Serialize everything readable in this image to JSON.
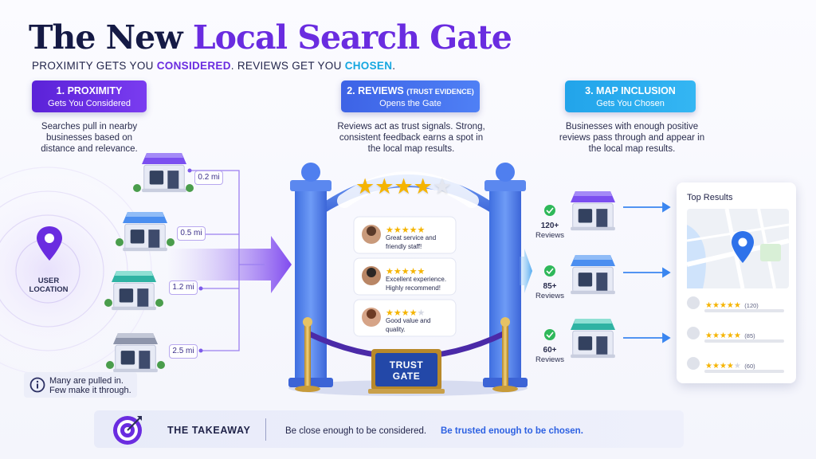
{
  "title": {
    "part1": "The New ",
    "part2": "Local Search Gate"
  },
  "subtitle": {
    "part1": "PROXIMITY GETS YOU ",
    "part2": "CONSIDERED",
    "part3": ". REVIEWS GET YOU ",
    "part4": "CHOSEN",
    "part5": "."
  },
  "steps": [
    {
      "title": "1. PROXIMITY",
      "sub": "Gets You Considered",
      "desc": "Searches pull in nearby businesses based on distance and relevance."
    },
    {
      "title": "2. REVIEWS",
      "title_small": "(TRUST EVIDENCE)",
      "sub": "Opens the Gate",
      "desc": "Reviews act as trust signals. Strong, consistent feedback earns a spot in the local map results."
    },
    {
      "title": "3. MAP INCLUSION",
      "sub": "Gets You Chosen",
      "desc": "Businesses with enough positive reviews pass through and appear in the local map results."
    }
  ],
  "user_location": {
    "line1": "USER",
    "line2": "LOCATION"
  },
  "distances": [
    "0.2 mi",
    "0.5 mi",
    "1.2 mi",
    "2.5 mi"
  ],
  "info_note": {
    "line1": "Many are pulled in.",
    "line2": "Few make it through."
  },
  "gate": {
    "label_line1": "TRUST",
    "label_line2": "GATE",
    "arch_star_fill": 4
  },
  "review_cards": [
    {
      "text_line1": "Great service and",
      "text_line2": "friendly staff!",
      "stars": 5
    },
    {
      "text_line1": "Excellent experience.",
      "text_line2": "Highly recommend!",
      "stars": 5
    },
    {
      "text_line1": "Good value and",
      "text_line2": "quality.",
      "stars": 4
    }
  ],
  "passed": [
    {
      "count": "120+",
      "label": "Reviews"
    },
    {
      "count": "85+",
      "label": "Reviews"
    },
    {
      "count": "60+",
      "label": "Reviews"
    }
  ],
  "top_results": {
    "title": "Top Results",
    "items": [
      {
        "stars": 5,
        "count": "(120)"
      },
      {
        "stars": 5,
        "count": "(85)"
      },
      {
        "stars": 4,
        "count": "(60)"
      }
    ]
  },
  "takeaway": {
    "label": "THE TAKEAWAY",
    "line1": "Be close enough to be considered.",
    "line2": "Be trusted enough to be chosen."
  },
  "colors": {
    "purple": "#6a2ce0",
    "blue": "#3d63e6",
    "cyan": "#22a4ea",
    "navy": "#151a45",
    "star": "#f5b400",
    "check": "#2fb85a"
  }
}
